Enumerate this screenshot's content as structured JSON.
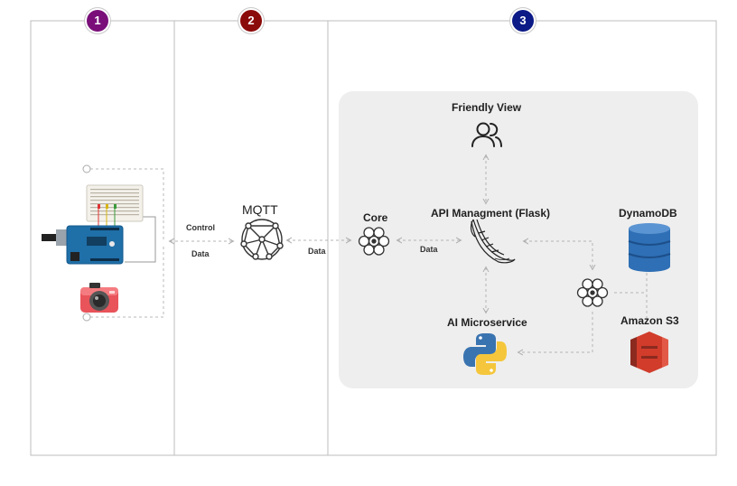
{
  "sections": [
    {
      "badge": "1",
      "color": "#7a0f7a"
    },
    {
      "badge": "2",
      "color": "#8b0a0a"
    },
    {
      "badge": "3",
      "color": "#0b1a86"
    }
  ],
  "nodes": {
    "mqtt": "MQTT",
    "core": "Core",
    "api": "API Managment (Flask)",
    "friendly_view": "Friendly View",
    "ai_microservice": "AI Microservice",
    "dynamodb": "DynamoDB",
    "s3": "Amazon S3"
  },
  "edges": {
    "control": "Control",
    "data_left": "Data",
    "data_mqtt_core": "Data",
    "data_core_api": "Data"
  },
  "colors": {
    "panel": "#eeeeee",
    "border": "#bdbdbd",
    "connector": "#b4b4b4",
    "dynamodb": "#2e6fb5",
    "s3": "#d13c2b",
    "python_blue": "#3a74b0",
    "python_yellow": "#f5c63c",
    "arduino": "#1f6fa8",
    "camera": "#e9535a"
  },
  "icons": [
    "arduino-board-icon",
    "breadboard-icon",
    "camera-icon",
    "mqtt-icon",
    "core-hex-icon",
    "flask-icon",
    "users-icon",
    "python-icon",
    "dynamodb-icon",
    "s3-icon"
  ]
}
